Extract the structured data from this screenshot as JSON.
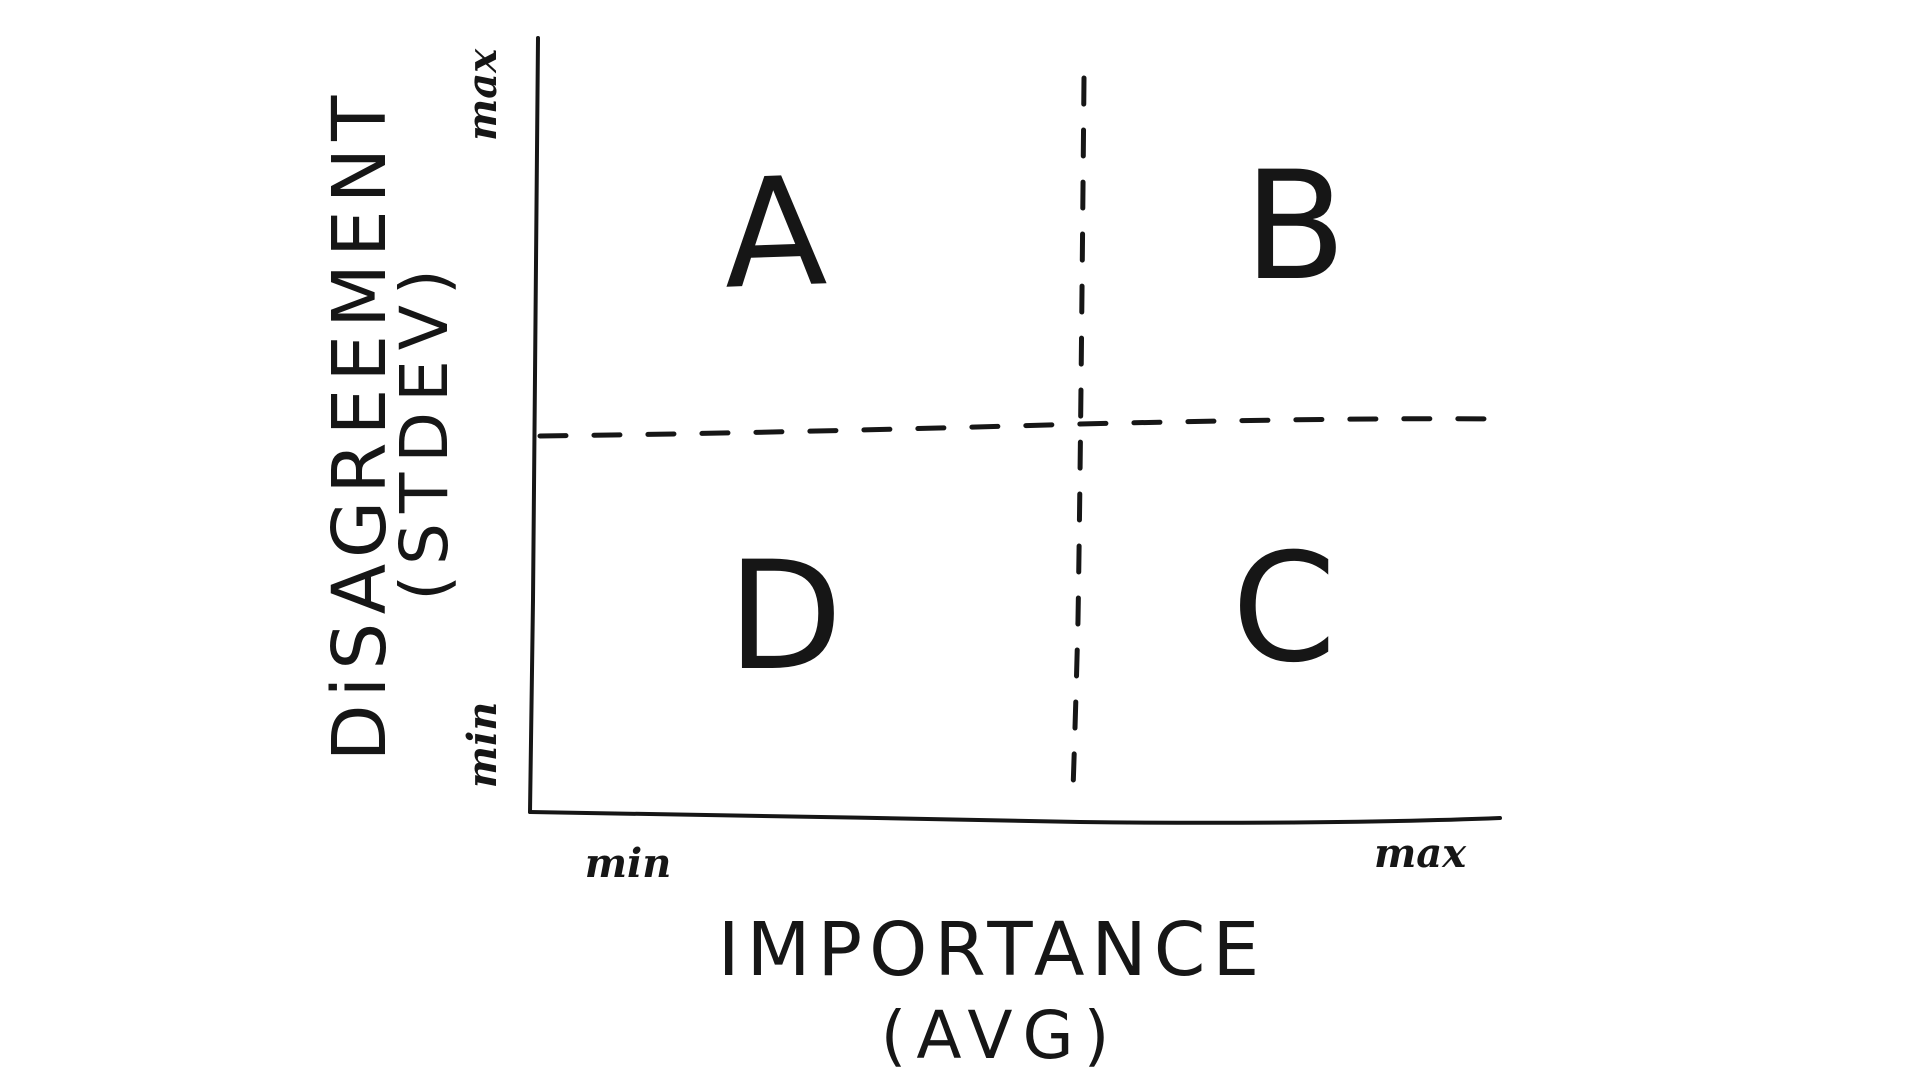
{
  "diagram": {
    "quadrants": {
      "top_left": "A",
      "top_right": "B",
      "bottom_right": "C",
      "bottom_left": "D"
    },
    "x_axis": {
      "title": "IMPORTANCE",
      "subtitle": "(AVG)",
      "min_label": "min",
      "max_label": "max"
    },
    "y_axis": {
      "title": "DiSAGREEMENT",
      "subtitle": "(STDEV)",
      "min_label": "min",
      "max_label": "max"
    },
    "colors": {
      "ink": "#161616",
      "paper": "#ffffff"
    }
  }
}
